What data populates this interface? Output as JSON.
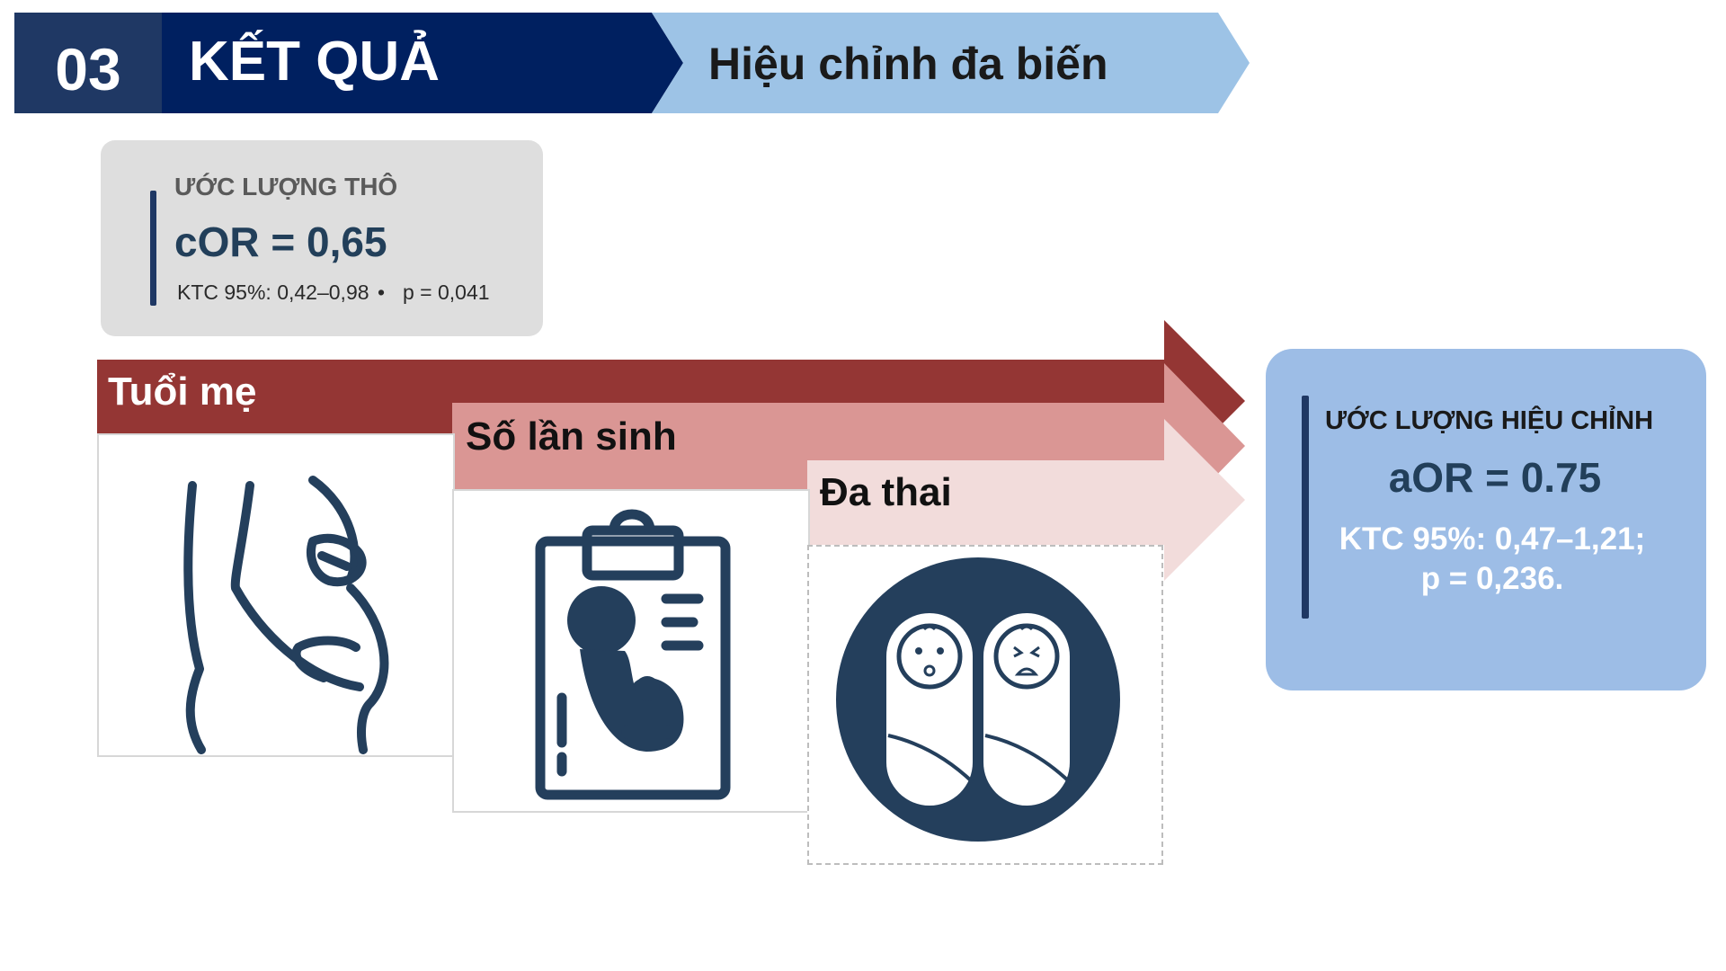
{
  "header": {
    "section_number": "03",
    "section_title": "KẾT QUẢ",
    "subtitle": "Hiệu chỉnh đa biến"
  },
  "crude": {
    "label": "ƯỚC LƯỢNG THÔ",
    "value": "cOR = 0,65",
    "ci": "KTC 95%: 0,42–0,98",
    "separator": "•",
    "p": "p = 0,041"
  },
  "factors": [
    {
      "label": "Tuổi mẹ",
      "icon": "pregnant-belly-icon",
      "color": "#943634"
    },
    {
      "label": "Số lần sinh",
      "icon": "ultrasound-clipboard-icon",
      "color": "#da9694"
    },
    {
      "label": "Đa thai",
      "icon": "twin-babies-icon",
      "color": "#f2dcdb"
    }
  ],
  "adjusted": {
    "label": "ƯỚC LƯỢNG HIỆU CHỈNH",
    "value": "aOR = 0.75",
    "ci": "KTC 95%: 0,47–1,21;",
    "p": "p = 0,236."
  },
  "colors": {
    "navy": "#1f3864",
    "header_dark": "#002060",
    "header_light": "#9dc3e6",
    "icon": "#243f5c",
    "adjusted_card": "#9dbde6"
  }
}
